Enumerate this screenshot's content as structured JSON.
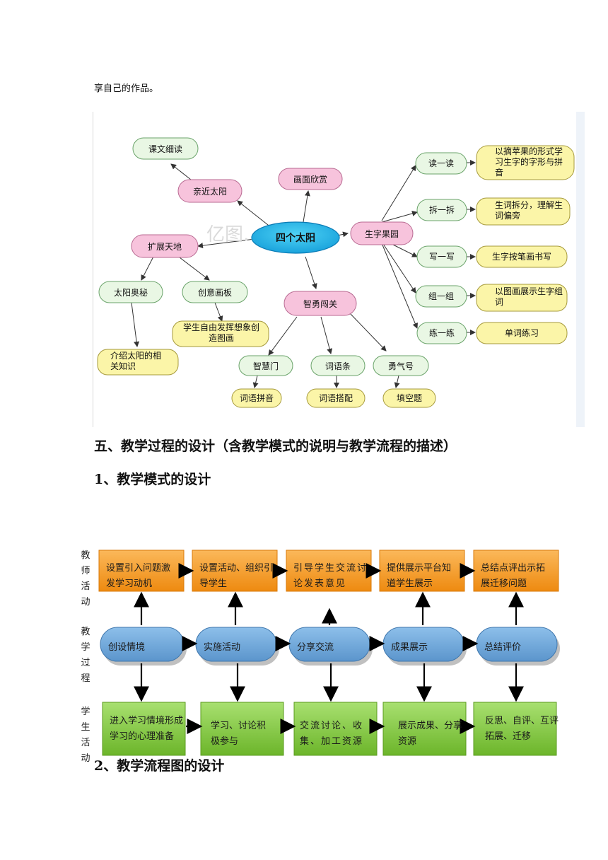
{
  "intro_text": "享自己的作品。",
  "mindmap": {
    "center": "四个太阳",
    "watermark": "亿图……册！",
    "nodes": {
      "kewen": "课文细读",
      "qinjin": "亲近太阳",
      "huamian": "画面欣赏",
      "kuozhan": "扩展天地",
      "taiyang_aomi": "太阳奥秘",
      "chuangyi": "创意画板",
      "xuesheng_ziyou": "学生自由发挥想象创造图画",
      "jieshao": "介绍太阳的相关知识",
      "zhiyong": "智勇闯关",
      "zhihui": "智慧门",
      "ciyutiao": "词语条",
      "yongqi": "勇气号",
      "pinyin": "词语拼音",
      "dapei": "词语搭配",
      "tiankong": "填空题",
      "shengzi": "生字果园",
      "du": "读一读",
      "chai": "拆一拆",
      "xie": "写一写",
      "zu": "组一组",
      "lian": "练一练",
      "du_desc": "以摘苹果的形式学习生字的字形与拼音",
      "chai_desc": "生词拆分，理解生词偏旁",
      "xie_desc": "生字按笔画书写",
      "zu_desc": "以图画展示生字组词",
      "lian_desc": "单词练习"
    }
  },
  "section5_title": "五、教学过程的设计（含教学模式的说明与教学流程的描述）",
  "section5_1": "1、教学模式的设计",
  "section5_2": "2、教学流程图的设计",
  "flow": {
    "row_labels": {
      "teacher": "教师活动",
      "process": "教学过程",
      "student": "学生活动"
    },
    "teacher": [
      "设置引入问题激发学习动机",
      "设置活动、组织引导学生",
      "引导学生交流讨论发表意见",
      "提供展示平台知道学生展示",
      "总结点评出示拓展迁移问题"
    ],
    "process": [
      "创设情境",
      "实施活动",
      "分享交流",
      "成果展示",
      "总结评价"
    ],
    "student": [
      "进入学习情境形成学习的心理准备",
      "学习、讨论积极参与",
      "交流讨论、收集、加工资源",
      "展示成果、分享资源",
      "反思、自评、互评拓展、迁移"
    ],
    "colors": {
      "teacher": "#f39a1e",
      "process": "#6aa3d6",
      "student": "#7dc23a"
    }
  }
}
